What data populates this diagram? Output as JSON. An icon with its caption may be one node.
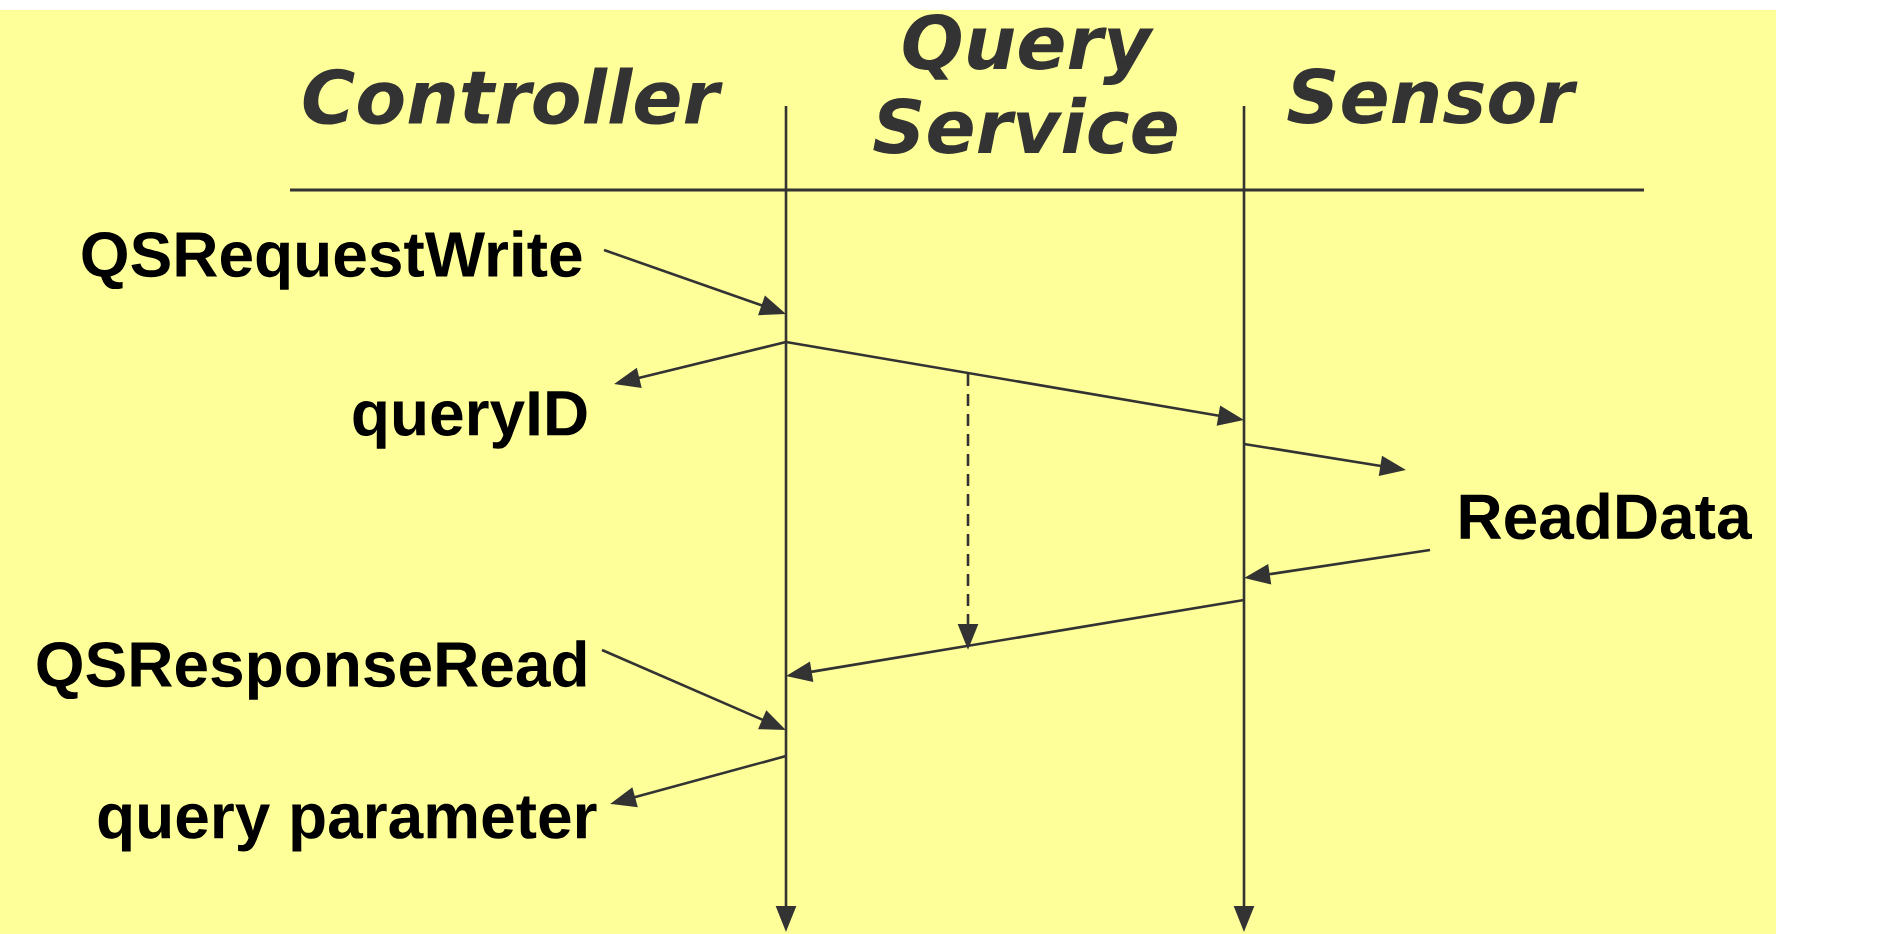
{
  "diagram": {
    "nodes": [
      {
        "text": [
          "QSRequestWrite"
        ]
      },
      {
        "text": [
          "queryID"
        ]
      },
      {
        "text": [
          "ReadData"
        ]
      },
      {
        "text": [
          "QSResponseRead"
        ]
      },
      {
        "text": [
          "query parameter"
        ]
      },
      {
        "text": [],
        "shape": "line"
      },
      {
        "text": [],
        "shape": "line"
      }
    ],
    "edges": [
      {
        "from": 0,
        "to": 5,
        "arrow": "to"
      },
      {
        "from": 5,
        "to": 1,
        "arrow": "to"
      },
      {
        "from": 5,
        "to": 6,
        "arrow": "to"
      },
      {
        "from": 6,
        "to": 2,
        "arrow": "to"
      },
      {
        "from": 2,
        "to": 6,
        "arrow": "to"
      },
      {
        "from": 6,
        "to": 5,
        "arrow": "to"
      },
      {
        "from": 3,
        "to": 5,
        "arrow": "to"
      },
      {
        "from": 5,
        "to": 4,
        "arrow": "to"
      }
    ],
    "labels": [
      "Controller",
      "Query Service",
      "Sensor"
    ]
  }
}
